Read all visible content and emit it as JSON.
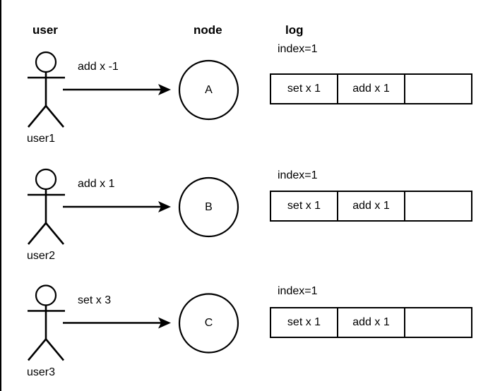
{
  "headers": {
    "user": "user",
    "node": "node",
    "log": "log"
  },
  "rows": [
    {
      "actor": "user1",
      "message": "add x -1",
      "node": "A",
      "index": "index=1",
      "log_cells": [
        "set x 1",
        "add x 1",
        ""
      ]
    },
    {
      "actor": "user2",
      "message": "add x 1",
      "node": "B",
      "index": "index=1",
      "log_cells": [
        "set x 1",
        "add x 1",
        ""
      ]
    },
    {
      "actor": "user3",
      "message": "set x 3",
      "node": "C",
      "index": "index=1",
      "log_cells": [
        "set x 1",
        "add x 1",
        ""
      ]
    }
  ],
  "colors": {
    "stroke": "#000000",
    "background": "#ffffff",
    "text": "#000000"
  }
}
